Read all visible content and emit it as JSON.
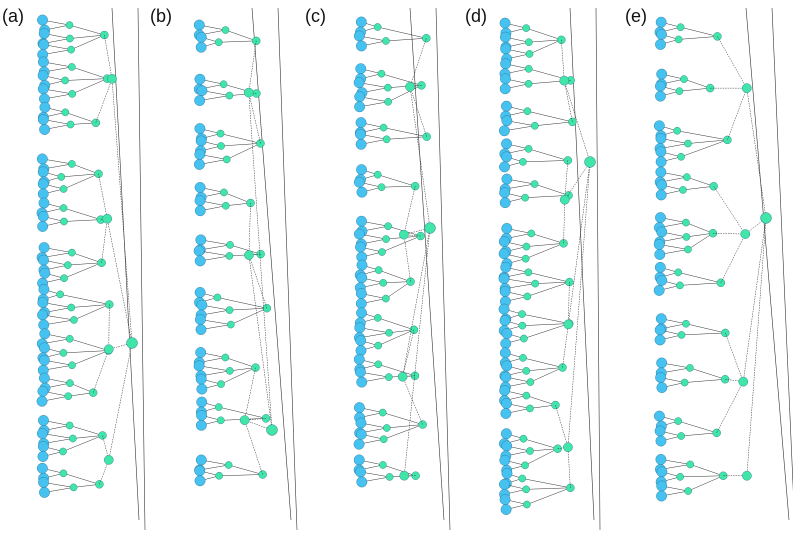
{
  "figure": {
    "panels": [
      {
        "label": "(a)"
      },
      {
        "label": "(b)"
      },
      {
        "label": "(c)"
      },
      {
        "label": "(d)"
      },
      {
        "label": "(e)"
      }
    ],
    "colors": {
      "leaf_node": "#45c2f0",
      "internal_node": "#3fe6a8",
      "node_stroke": "#2a6f8f",
      "edge": "#333333",
      "background": "#ffffff"
    },
    "legend": null
  }
}
